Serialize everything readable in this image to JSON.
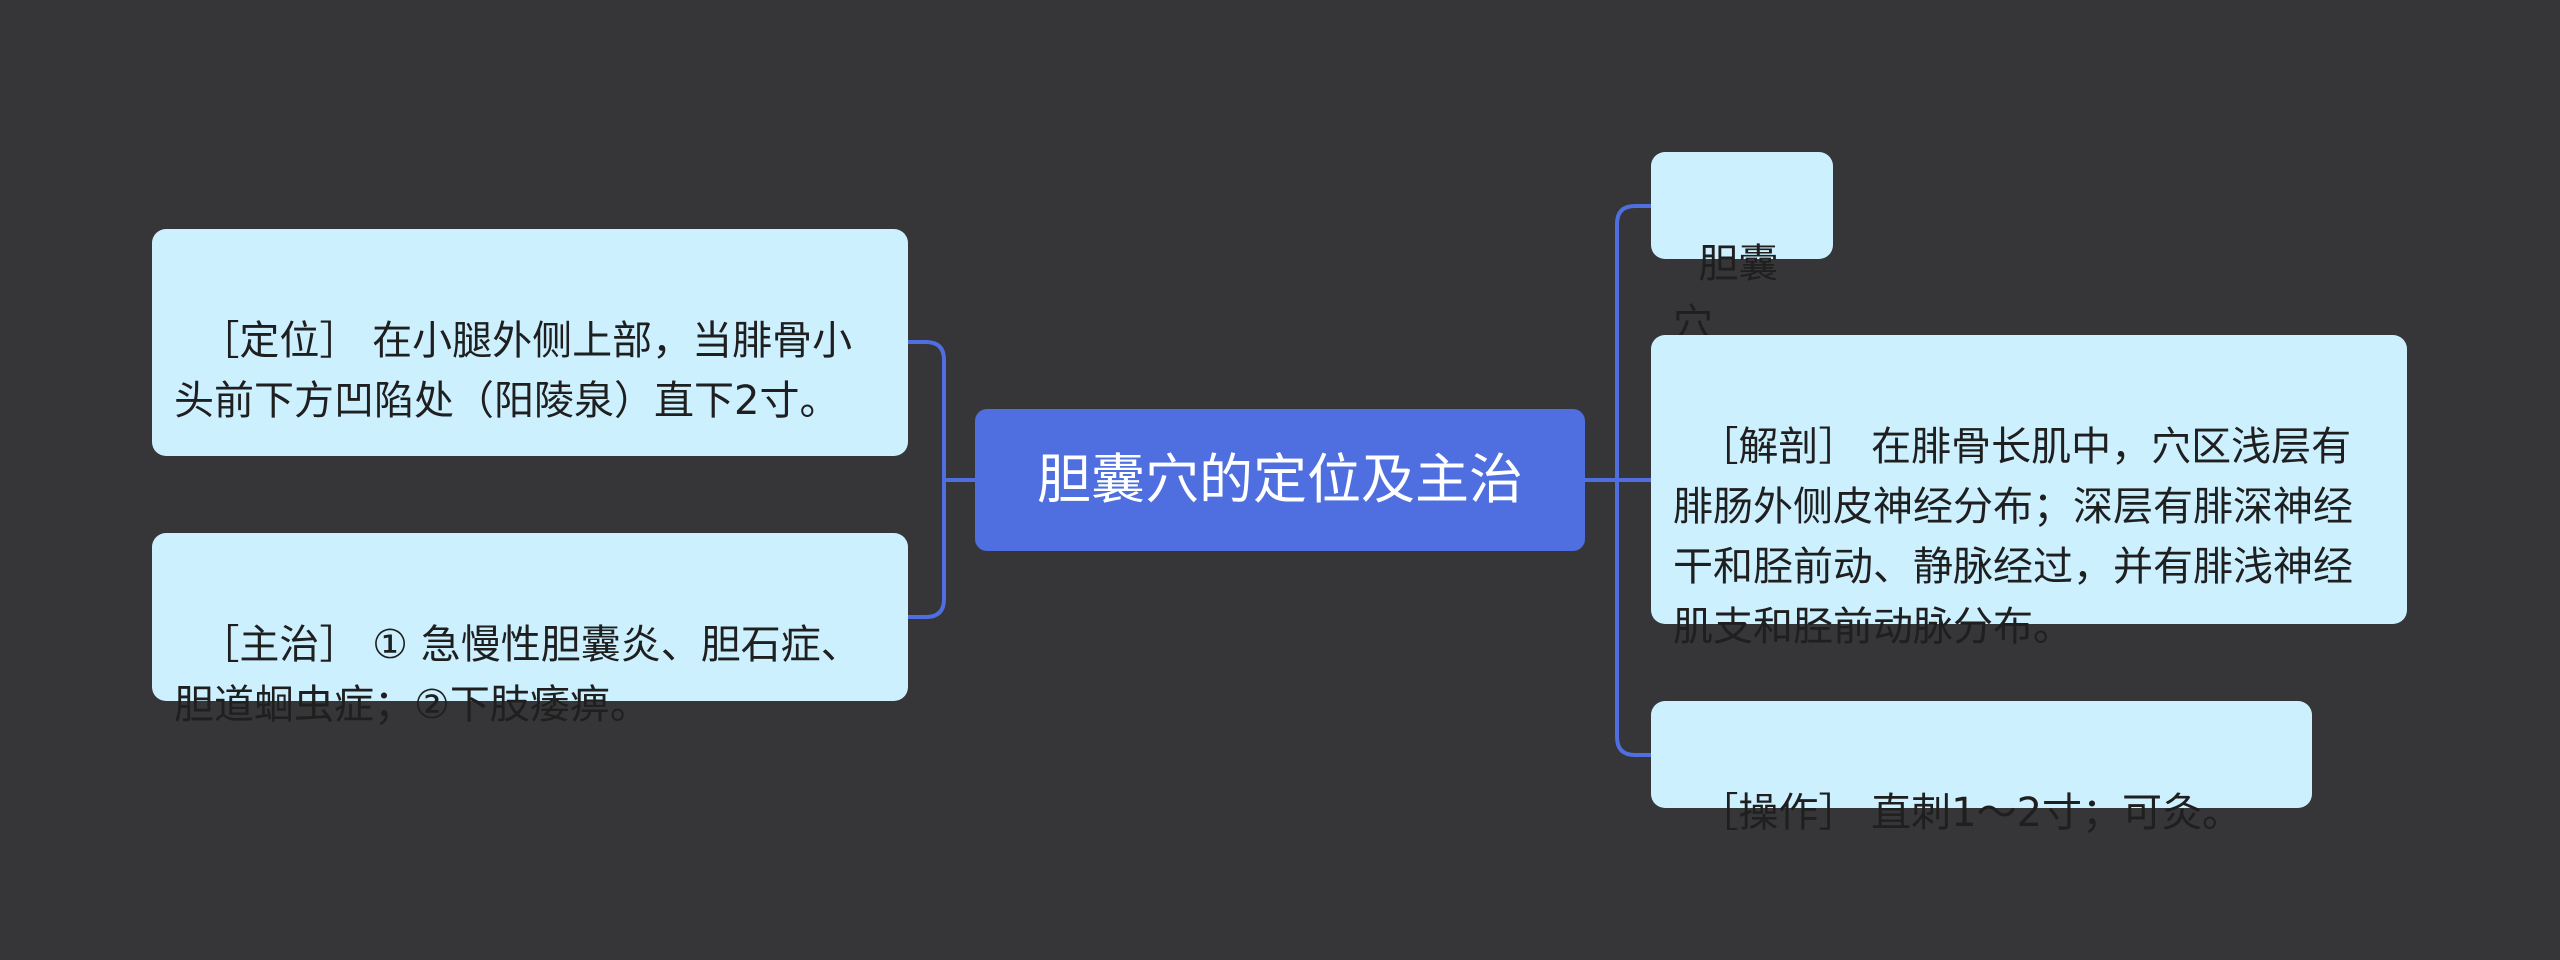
{
  "center": {
    "label": "胆囊穴的定位及主治"
  },
  "left_nodes": [
    {
      "text": "［定位］ 在小腿外侧上部，当腓骨小头前下方凹陷处（阳陵泉）直下2寸。"
    },
    {
      "text": "［主治］ ① 急慢性胆囊炎、胆石症、胆道蛔虫症；②下肢痿痹。"
    }
  ],
  "right_nodes": [
    {
      "text": "胆囊穴"
    },
    {
      "text": "［解剖］ 在腓骨长肌中，穴区浅层有腓肠外侧皮神经分布；深层有腓深神经干和胫前动、静脉经过，并有腓浅神经肌支和胫前动脉分布。"
    },
    {
      "text": "［操作］ 直刺1～2寸；可灸。"
    }
  ],
  "colors": {
    "background": "#363537",
    "center_fill": "#4f6fe0",
    "node_fill": "#cdf0ff",
    "connector": "#4f6fe0"
  }
}
